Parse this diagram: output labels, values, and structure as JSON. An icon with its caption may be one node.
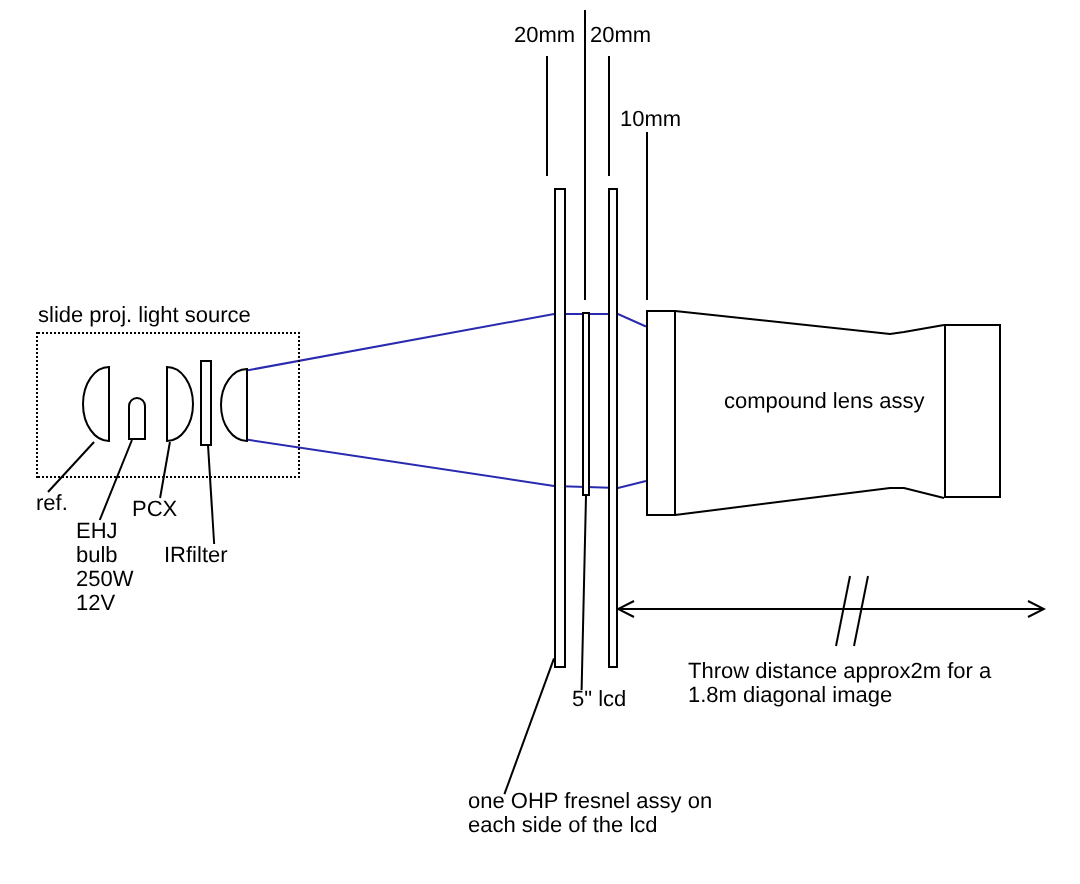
{
  "diagram": {
    "nodes": [
      {
        "text": [
          "slide proj. light source"
        ]
      },
      {
        "text": [],
        "shape": "semicircle",
        "in": 0
      },
      {
        "text": [],
        "shape": "box",
        "in": 0
      },
      {
        "text": [],
        "shape": "semicircle",
        "in": 0
      },
      {
        "text": [],
        "shape": "bar",
        "in": 0
      },
      {
        "text": [],
        "shape": "semicircle",
        "in": 0
      },
      {
        "text": [
          "ref."
        ]
      },
      {
        "text": [
          "EHJ bulb 250W 12V"
        ]
      },
      {
        "text": [
          "PCX"
        ]
      },
      {
        "text": [
          "IRfilter"
        ]
      },
      {
        "text": [],
        "shape": "bar"
      },
      {
        "text": [],
        "shape": "bar"
      },
      {
        "text": [],
        "shape": "bar"
      },
      {
        "text": [
          "compound lens assy"
        ]
      },
      {
        "text": [
          "5\" lcd"
        ]
      },
      {
        "text": [
          "one OHP fresnel assy on each side of the lcd"
        ]
      }
    ],
    "edges": [
      {
        "from": 6,
        "to": 1,
        "arrow": "none"
      },
      {
        "from": 7,
        "to": 2,
        "arrow": "none"
      },
      {
        "from": 8,
        "to": 3,
        "arrow": "none"
      },
      {
        "from": 9,
        "to": 4,
        "arrow": "none"
      },
      {
        "from": 5,
        "to": 13,
        "arrow": "none",
        "color": "#2a2ab0"
      },
      {
        "from": 5,
        "to": 13,
        "arrow": "none",
        "color": "#2a2ab0"
      },
      {
        "from": 14,
        "to": 11,
        "arrow": "none"
      },
      {
        "from": 15,
        "to": 10,
        "arrow": "none"
      }
    ],
    "labels": [
      "20mm",
      "20mm",
      "10mm",
      "Throw distance approx2m for a 1.8m diagonal image"
    ]
  }
}
